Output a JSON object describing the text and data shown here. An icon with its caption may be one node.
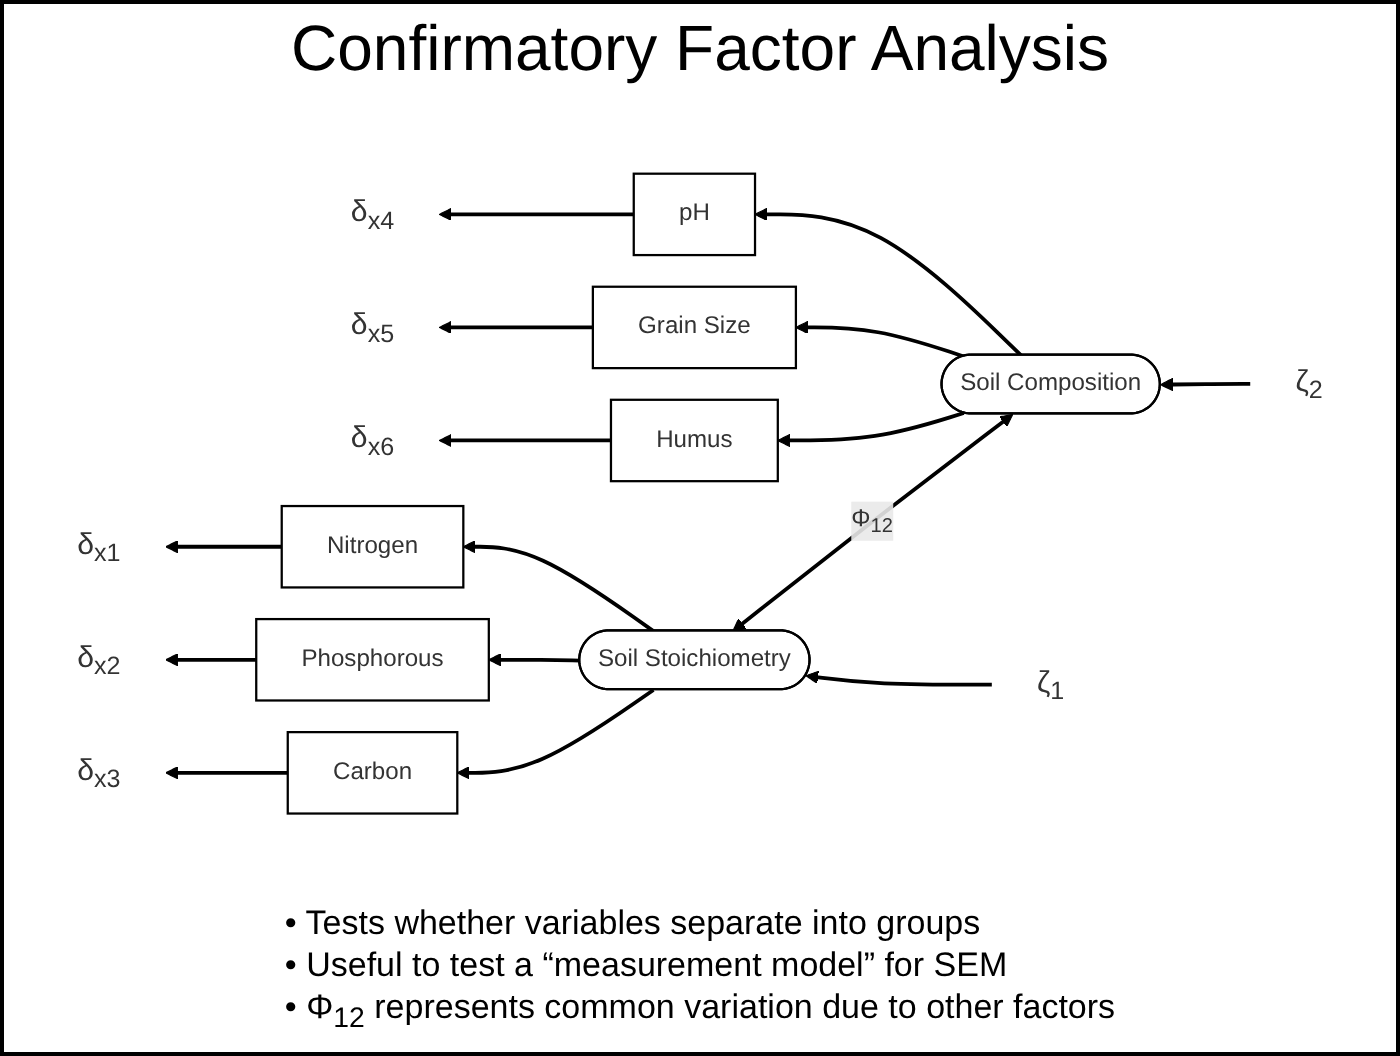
{
  "diagram": {
    "title": "Confirmatory Factor Analysis",
    "nodes": [
      {
        "text": [
          "δ$_{x1}$"
        ]
      },
      {
        "text": [
          "δ$_{x2}$"
        ]
      },
      {
        "text": [
          "δ$_{x3}$"
        ]
      },
      {
        "text": [
          "δ$_{x4}$"
        ]
      },
      {
        "text": [
          "δ$_{x5}$"
        ]
      },
      {
        "text": [
          "δ$_{x6}$"
        ]
      },
      {
        "text": [
          "Nitrogen"
        ]
      },
      {
        "text": [
          "Phosphorous"
        ]
      },
      {
        "text": [
          "Carbon"
        ]
      },
      {
        "text": [
          "pH"
        ]
      },
      {
        "text": [
          "Grain Size"
        ]
      },
      {
        "text": [
          "Humus"
        ]
      },
      {
        "text": [
          "Soil Stoichiometry"
        ]
      },
      {
        "text": [
          "Soil Composition"
        ]
      },
      {
        "text": [
          "ζ$_{1}$"
        ]
      },
      {
        "text": [
          "ζ$_{2}$"
        ]
      }
    ],
    "edges": [
      {
        "from": 6,
        "to": 0,
        "arrow": "to"
      },
      {
        "from": 7,
        "to": 1,
        "arrow": "to"
      },
      {
        "from": 8,
        "to": 2,
        "arrow": "to"
      },
      {
        "from": 9,
        "to": 3,
        "arrow": "to"
      },
      {
        "from": 10,
        "to": 4,
        "arrow": "to"
      },
      {
        "from": 11,
        "to": 5,
        "arrow": "to"
      },
      {
        "from": 12,
        "to": 6,
        "arrow": "to"
      },
      {
        "from": 12,
        "to": 7,
        "arrow": "to"
      },
      {
        "from": 12,
        "to": 8,
        "arrow": "to"
      },
      {
        "from": 13,
        "to": 9,
        "arrow": "to"
      },
      {
        "from": 13,
        "to": 10,
        "arrow": "to"
      },
      {
        "from": 13,
        "to": 11,
        "arrow": "to"
      },
      {
        "from": 14,
        "to": 12,
        "arrow": "to"
      },
      {
        "from": 15,
        "to": 13,
        "arrow": "to"
      },
      {
        "from": 13,
        "to": 12,
        "arrow": "both",
        "label": "Φ$_{12}$"
      }
    ],
    "labels": [
      "• Tests whether variables separate into groups",
      "• Useful to test a “measurement model” for SEM",
      "• Φ$_{12}$ represents common variation due to other factors"
    ]
  }
}
